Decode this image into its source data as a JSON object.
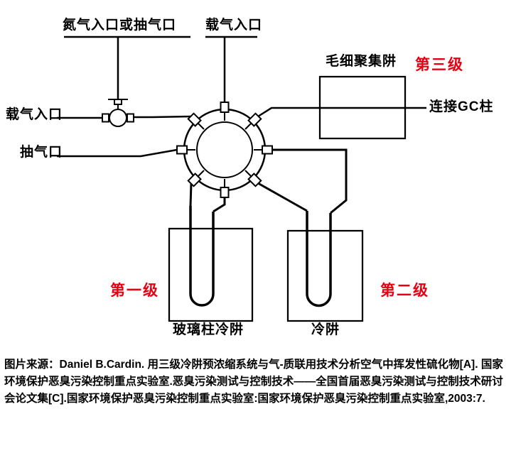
{
  "diagram": {
    "title_context": "three-stage cryotrap preconcentration system schematic",
    "labels": {
      "nitrogen_inlet": "氮气入口或抽气口",
      "carrier_gas_inlet_top": "载气入口",
      "carrier_gas_inlet_left": "载气入口",
      "pump_port": "抽气口",
      "capillary_trap": "毛细聚集阱",
      "stage_three": "第三级",
      "gc_column": "连接GC柱",
      "glass_column_trap": "玻璃柱冷阱",
      "cold_trap": "冷阱",
      "stage_one": "第一级",
      "stage_two": "第二级"
    },
    "colors": {
      "stage_red": "#e60012",
      "line_black": "#000000",
      "background": "#ffffff"
    }
  },
  "caption": {
    "text": "图片来源：Daniel B.Cardin. 用三级冷阱预浓缩系统与气-质联用技术分析空气中挥发性硫化物[A]. 国家环境保护恶臭污染控制重点实验室.恶臭污染测试与控制技术——全国首届恶臭污染测试与控制技术研讨会论文集[C].国家环境保护恶臭污染控制重点实验室:国家环境保护恶臭污染控制重点实验室,2003:7."
  }
}
